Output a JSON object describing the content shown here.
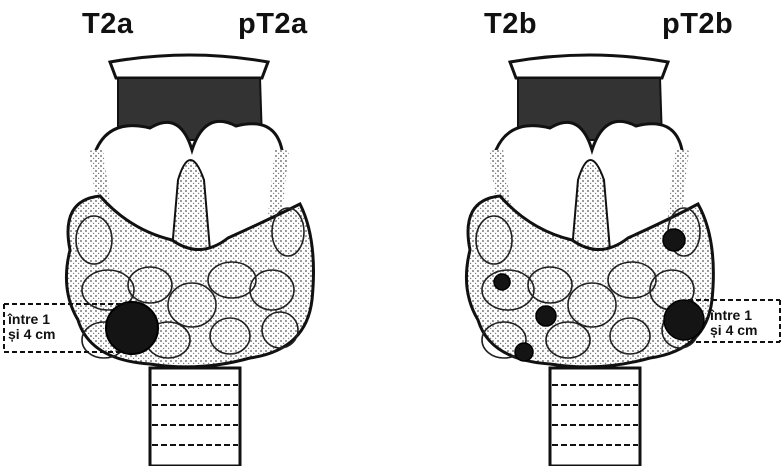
{
  "figures": [
    {
      "id": "t2a",
      "label_left": "T2a",
      "label_right": "pT2a",
      "size_note": [
        "între 1",
        "și 4 cm"
      ]
    },
    {
      "id": "t2b",
      "label_left": "T2b",
      "label_right": "pT2b",
      "size_note": [
        "între 1",
        "și 4 cm"
      ]
    }
  ],
  "colors": {
    "ink": "#111111",
    "stipple": "#8a8a8a",
    "paper": "#ffffff"
  },
  "icons": {
    "tumor": "dark-nodule",
    "thyroid": "thyroid-gland-drawing"
  }
}
